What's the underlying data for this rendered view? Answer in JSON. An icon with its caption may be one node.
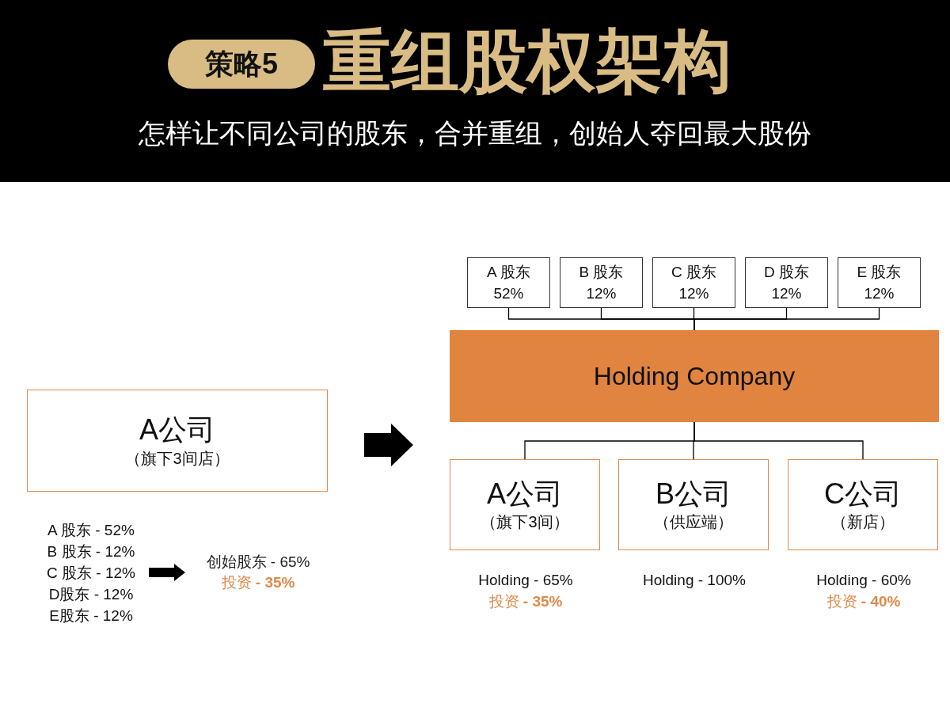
{
  "diagram": {
    "title": "重组股权架构",
    "nodes": [
      {
        "text": [
          "A公司",
          "（旗下3间店）"
        ]
      },
      {
        "text": [
          "A 股东",
          "52%"
        ]
      },
      {
        "text": [
          "B 股东",
          "12%"
        ]
      },
      {
        "text": [
          "C 股东",
          "12%"
        ]
      },
      {
        "text": [
          "D 股东",
          "12%"
        ]
      },
      {
        "text": [
          "E 股东",
          "12%"
        ]
      },
      {
        "text": [
          "Holding Company"
        ]
      },
      {
        "text": [
          "A公司",
          "（旗下3间）"
        ],
        "beside": [
          "Holding - 65%",
          "投资 **- 35%**"
        ]
      },
      {
        "text": [
          "B公司",
          "（供应端）"
        ],
        "beside": [
          "Holding - 100%"
        ]
      },
      {
        "text": [
          "C公司",
          "（新店）"
        ],
        "beside": [
          "Holding - 60%",
          "投资 **- 40%**"
        ]
      },
      {
        "text": [
          "A 股东 - 52%",
          "B 股东 - 12%",
          "C 股东 - 12%",
          "D股东 - 12%",
          "E股东 - 12%"
        ]
      },
      {
        "text": [
          "创始股东 - 65%",
          "投资 **- 35%**"
        ]
      }
    ],
    "edges": [
      {
        "from": 1,
        "to": 6,
        "arrow": "none"
      },
      {
        "from": 2,
        "to": 6,
        "arrow": "none"
      },
      {
        "from": 3,
        "to": 6,
        "arrow": "none"
      },
      {
        "from": 4,
        "to": 6,
        "arrow": "none"
      },
      {
        "from": 5,
        "to": 6,
        "arrow": "none"
      },
      {
        "from": 6,
        "to": 7,
        "arrow": "none"
      },
      {
        "from": 6,
        "to": 8,
        "arrow": "none"
      },
      {
        "from": 6,
        "to": 9,
        "arrow": "none"
      },
      {
        "from": 10,
        "to": 11,
        "arrow": "to",
        "style": "thick"
      }
    ],
    "labels": [
      "策略5",
      "怎样让不同公司的股东，合并重组，创始人夺回最大股份"
    ]
  }
}
